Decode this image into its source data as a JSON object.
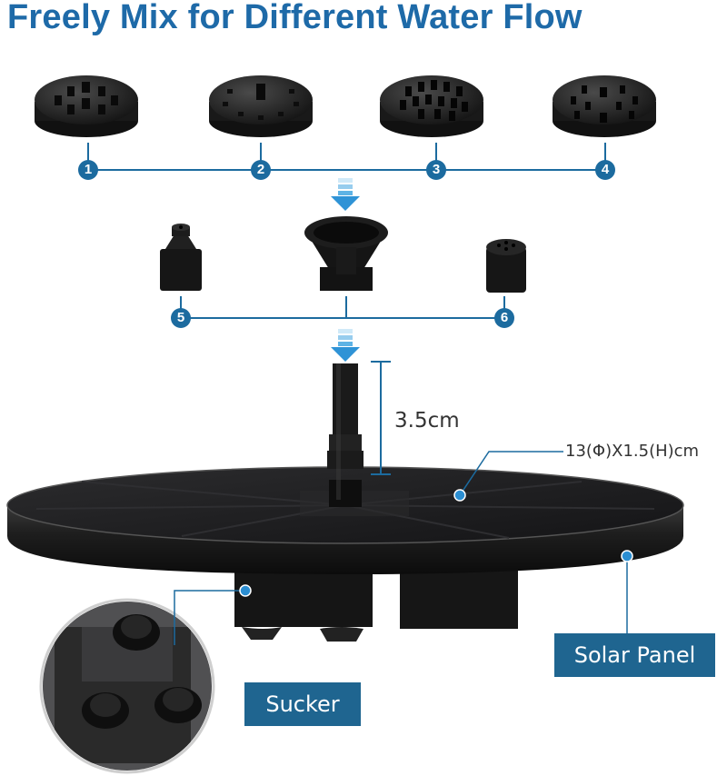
{
  "title": "Freely Mix for Different Water Flow",
  "nozzle_numbers": [
    "1",
    "2",
    "3",
    "4",
    "5",
    "6"
  ],
  "dimension_height": "3.5cm",
  "dimension_size": "13(Φ)X1.5(H)cm",
  "labels": {
    "solar_panel": "Solar Panel",
    "sucker": "Sucker"
  },
  "colors": {
    "brand_blue": "#1e6aa8",
    "badge_blue": "#1c6b9f",
    "label_bg": "#1f6590",
    "arrow_blue": "#3d9fd9"
  }
}
